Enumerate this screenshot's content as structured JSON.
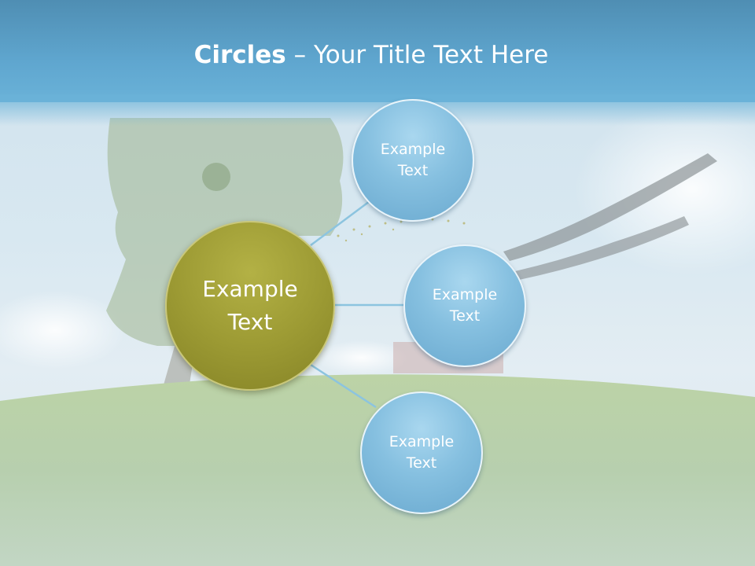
{
  "slide": {
    "title_bold": "Circles",
    "title_rest": " – Your Title Text Here"
  },
  "diagram": {
    "center": {
      "label": "Example Text",
      "color": "#9d9b34"
    },
    "satellites": [
      {
        "label": "Example Text",
        "color": "#86c0e0"
      },
      {
        "label": "Example Text",
        "color": "#86c0e0"
      },
      {
        "label": "Example Text",
        "color": "#86c0e0"
      }
    ],
    "connector_color": "#8cc4df"
  },
  "colors": {
    "header": "#5fa6cf",
    "sky": "#d8e8f1",
    "grass": "#b9cfa9"
  }
}
